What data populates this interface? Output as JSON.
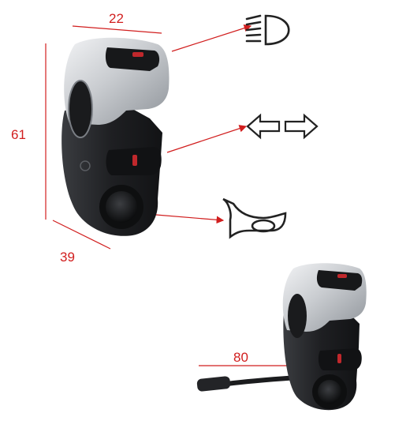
{
  "dimensions": {
    "width_top": "22",
    "height_left": "61",
    "depth_bottom": "39",
    "cable_length": "80"
  },
  "icons": {
    "headlight": "headlight-icon",
    "turn_signals": "turn-signal-arrows-icon",
    "horn": "horn-icon"
  },
  "colors": {
    "dimension_red": "#d11e1e",
    "silver_housing": "#c9ccd0",
    "black_housing": "#1e1f22",
    "icon_stroke": "#222222",
    "indicator_red": "#c0282c"
  }
}
